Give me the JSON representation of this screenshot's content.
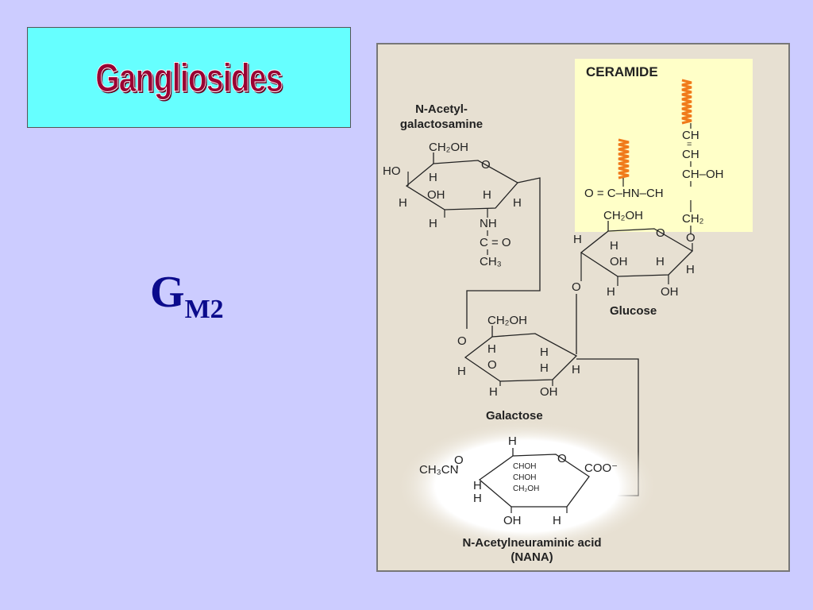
{
  "slide": {
    "title": "Gangliosides",
    "label_main": "G",
    "label_sub": "M2"
  },
  "diagram": {
    "ceramide_title": "CERAMIDE",
    "galnac_name_line1": "N-Acetyl-",
    "galnac_name_line2": "galactosamine",
    "glucose_name": "Glucose",
    "galactose_name": "Galactose",
    "nana_name_line1": "N-Acetylneuraminic acid",
    "nana_name_line2": "(NANA)",
    "ring_o": "O",
    "h": "H",
    "oh": "OH",
    "ho": "HO",
    "ch2oh": "CH₂OH",
    "ch2": "CH₂",
    "ch": "CH",
    "ch_oh": "CH–OH",
    "amide": "O = C–HN–CH",
    "nh": "NH",
    "co": "C = O",
    "ch3": "CH₃",
    "ch3cn": "CH₃CN",
    "nana_o": "O",
    "coo": "COO⁻",
    "chohx": "CHOH",
    "ch2oh_small": "CH₂OH"
  },
  "colors": {
    "background": "#ccccff",
    "title_box": "#66ffff",
    "title_text": "#9a0033",
    "label": "#0b0b8c",
    "panel": "#e7e0d2",
    "ceramide_box": "#ffffc8",
    "chain": "#f07a1a"
  }
}
